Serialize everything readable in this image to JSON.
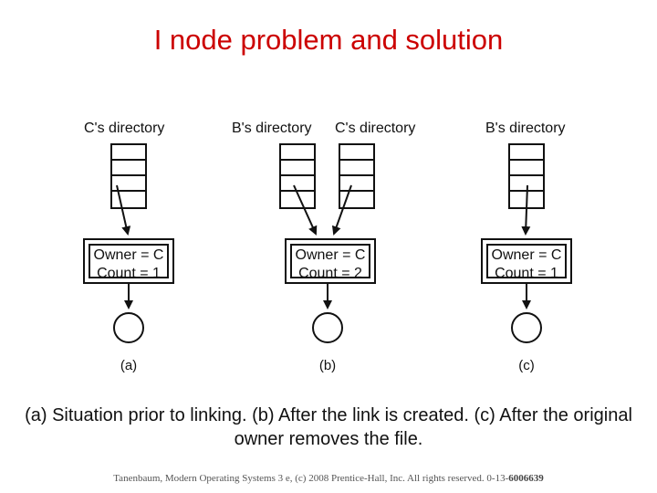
{
  "title": "I node problem and solution",
  "panels": [
    {
      "label": "(a)",
      "directories": [
        {
          "name": "C's directory"
        }
      ],
      "inode": {
        "owner": "Owner = C",
        "count": "Count = 1"
      }
    },
    {
      "label": "(b)",
      "directories": [
        {
          "name": "B's directory"
        },
        {
          "name": "C's directory"
        }
      ],
      "inode": {
        "owner": "Owner = C",
        "count": "Count = 2"
      }
    },
    {
      "label": "(c)",
      "directories": [
        {
          "name": "B's directory"
        }
      ],
      "inode": {
        "owner": "Owner = C",
        "count": "Count = 1"
      }
    }
  ],
  "caption": "(a) Situation prior to linking. (b) After the link is created. (c) After the original owner removes the file.",
  "footer": {
    "text": "Tanenbaum, Modern Operating Systems 3 e, (c) 2008 Prentice-Hall, Inc. All rights reserved. 0-13-",
    "isbn_suffix": "6006639"
  }
}
